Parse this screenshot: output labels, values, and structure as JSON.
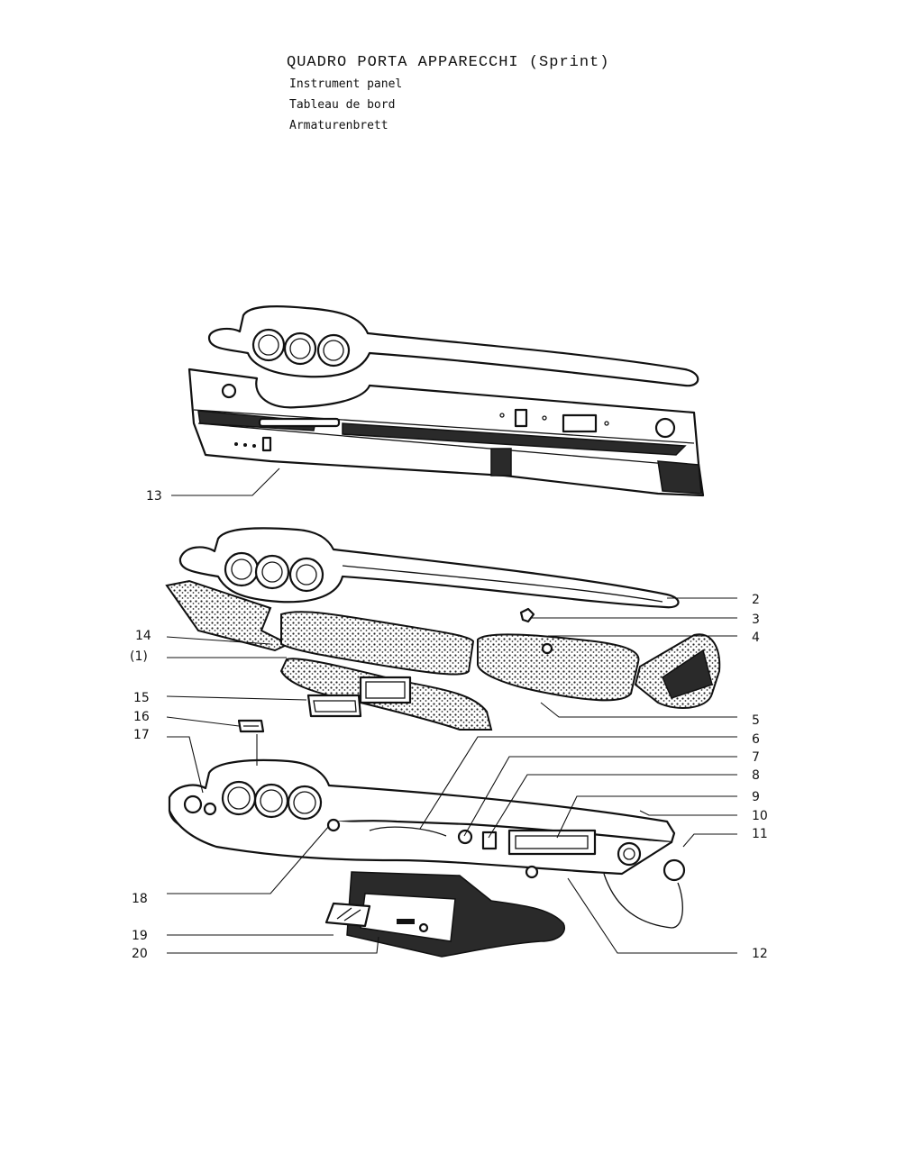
{
  "title": "QUADRO PORTA APPARECCHI (Sprint)",
  "subtitles": {
    "en": "Instrument panel",
    "fr": "Tableau de bord",
    "de": "Armaturenbrett"
  },
  "callouts": {
    "c13": "13",
    "c2": "2",
    "c3": "3",
    "c4": "4",
    "c14": "14",
    "c1": "(1)",
    "c15": "15",
    "c5": "5",
    "c16": "16",
    "c17": "17",
    "c6": "6",
    "c7": "7",
    "c8": "8",
    "c9": "9",
    "c10": "10",
    "c11": "11",
    "c18": "18",
    "c12": "12",
    "c19": "19",
    "c20": "20"
  }
}
